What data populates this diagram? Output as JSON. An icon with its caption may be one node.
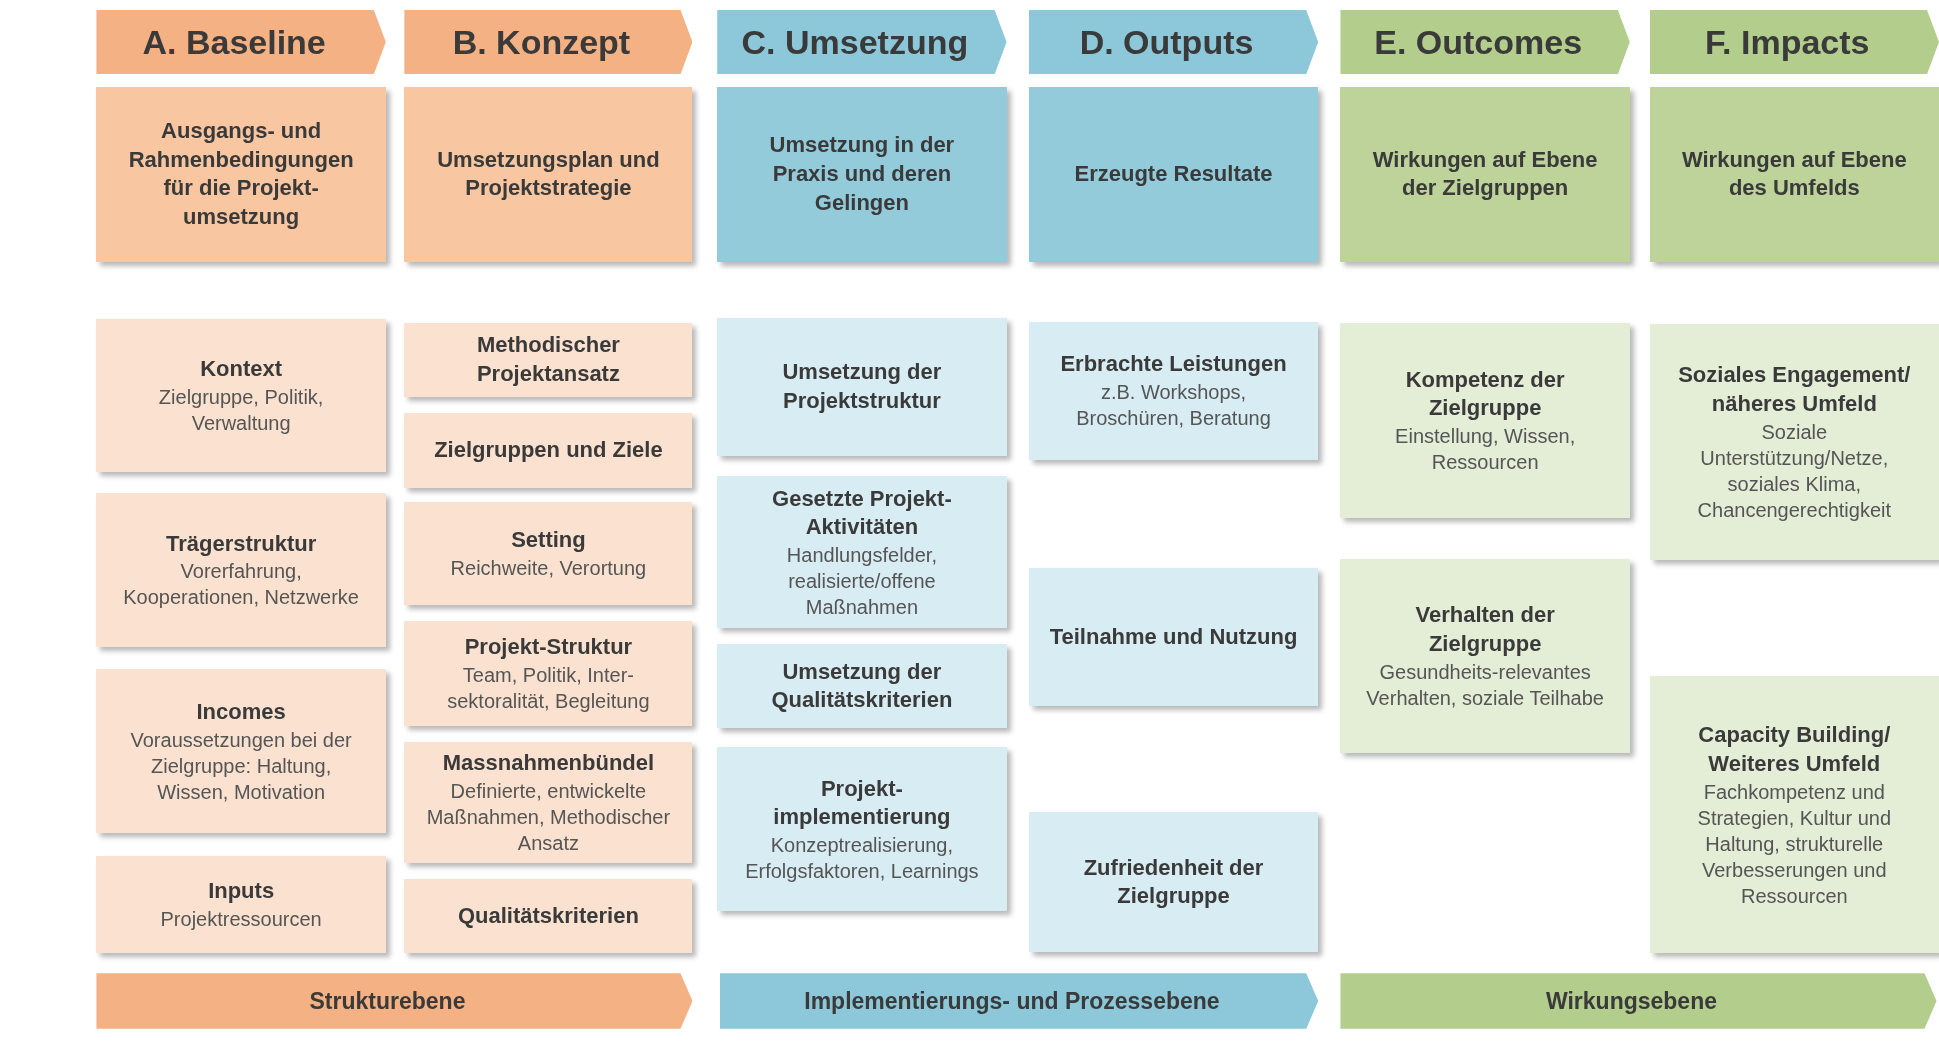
{
  "diagram": {
    "nodes": [
      {
        "text": [
          "A. Baseline"
        ]
      },
      {
        "text": [
          "B. Konzept"
        ]
      },
      {
        "text": [
          "C. Umsetzung"
        ]
      },
      {
        "text": [
          "D. Outputs"
        ]
      },
      {
        "text": [
          "E. Outcomes"
        ]
      },
      {
        "text": [
          "F. Impacts"
        ]
      },
      {
        "text": [
          "Ausgangs- und Rahmenbedingungen für die Projekt-umsetzung"
        ]
      },
      {
        "text": [
          "Umsetzungsplan und Projektstrategie"
        ]
      },
      {
        "text": [
          "Umsetzung in der Praxis und deren Gelingen"
        ]
      },
      {
        "text": [
          "Erzeugte Resultate"
        ]
      },
      {
        "text": [
          "Wirkungen auf Ebene der Zielgruppen"
        ]
      },
      {
        "text": [
          "Wirkungen auf Ebene des Umfelds"
        ]
      },
      {
        "text": [
          "Kontext",
          "Zielgruppe, Politik, Verwaltung"
        ]
      },
      {
        "text": [
          "Trägerstruktur",
          "Vorerfahrung, Kooperationen, Netzwerke"
        ]
      },
      {
        "text": [
          "Incomes",
          "Voraussetzungen bei der Zielgruppe: Haltung, Wissen, Motivation"
        ]
      },
      {
        "text": [
          "Inputs",
          "Projektressourcen"
        ]
      },
      {
        "text": [
          "Methodischer Projektansatz"
        ]
      },
      {
        "text": [
          "Zielgruppen und Ziele"
        ]
      },
      {
        "text": [
          "Setting",
          "Reichweite, Verortung"
        ]
      },
      {
        "text": [
          "Projekt-Struktur",
          "Team, Politik, Inter-sektoralität, Begleitung"
        ]
      },
      {
        "text": [
          "Massnahmenbündel",
          "Definierte, entwickelte Maßnahmen, Methodischer Ansatz"
        ]
      },
      {
        "text": [
          "Qualitätskriterien"
        ]
      },
      {
        "text": [
          "Umsetzung der Projektstruktur"
        ]
      },
      {
        "text": [
          "Gesetzte Projekt-Aktivitäten",
          "Handlungsfelder, realisierte/offene Maßnahmen"
        ]
      },
      {
        "text": [
          "Umsetzung der Qualitätskriterien"
        ]
      },
      {
        "text": [
          "Projekt-implementierung",
          "Konzeptrealisierung, Erfolgsfaktoren, Learnings"
        ]
      },
      {
        "text": [
          "Erbrachte Leistungen",
          "z.B. Workshops, Broschüren, Beratung"
        ]
      },
      {
        "text": [
          "Teilnahme und Nutzung"
        ]
      },
      {
        "text": [
          "Zufriedenheit der Zielgruppe"
        ]
      },
      {
        "text": [
          "Kompetenz der Zielgruppe",
          "Einstellung, Wissen, Ressourcen"
        ]
      },
      {
        "text": [
          "Verhalten der Zielgruppe",
          "Gesundheits-relevantes Verhalten, soziale Teilhabe"
        ]
      },
      {
        "text": [
          "Soziales Engagement/ näheres Umfeld",
          "Soziale Unterstützung/Netze, soziales Klima, Chancengerechtigkeit"
        ]
      },
      {
        "text": [
          "Capacity Building/ Weiteres Umfeld",
          "Fachkompetenz und Strategien, Kultur und Haltung, strukturelle Verbesserungen und Ressourcen"
        ]
      },
      {
        "text": [
          "Strukturebene"
        ]
      },
      {
        "text": [
          "Implementierungs- und Prozessebene"
        ]
      },
      {
        "text": [
          "Wirkungsebene"
        ]
      }
    ]
  }
}
